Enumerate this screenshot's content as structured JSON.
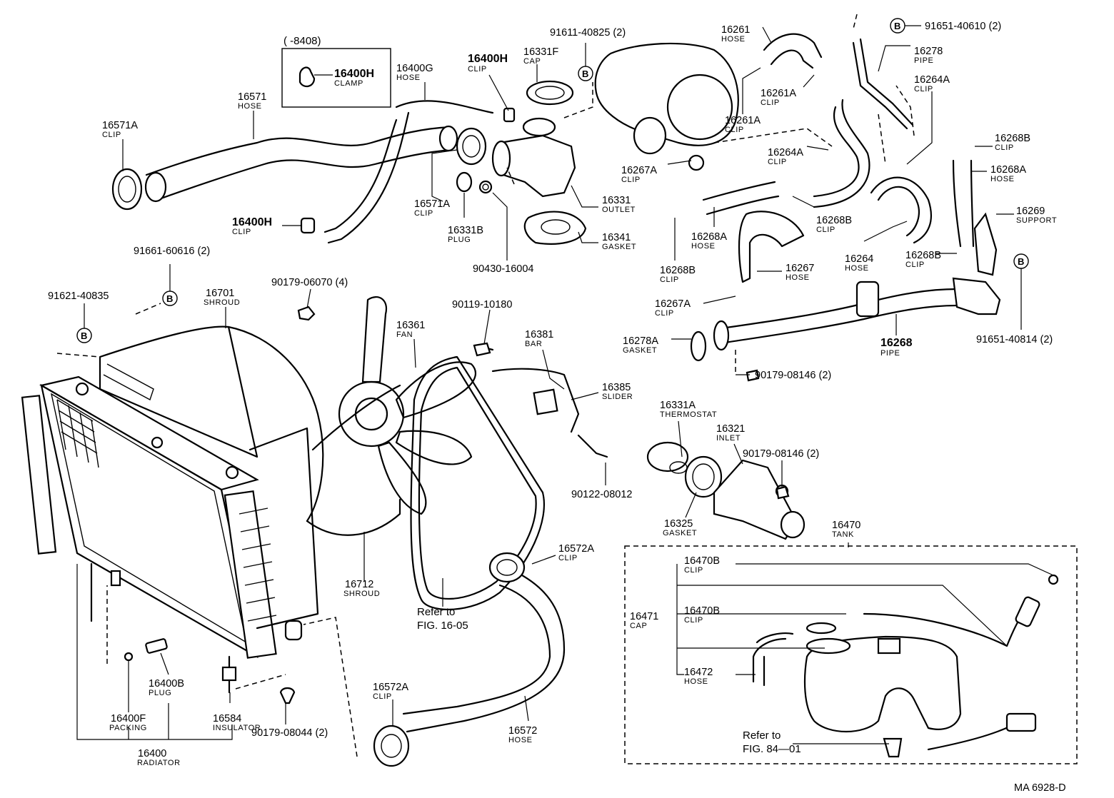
{
  "variant_box": {
    "title": "( -8408)",
    "part_number": "16400H",
    "part_name": "CLAMP"
  },
  "labels": [
    {
      "number": "16571",
      "name": "HOSE"
    },
    {
      "number": "16571A",
      "name": "CLIP"
    },
    {
      "number": "16400G",
      "name": "HOSE"
    },
    {
      "number": "16400H",
      "name": "CLIP"
    },
    {
      "number": "16331F",
      "name": "CAP"
    },
    {
      "number": "91611-40825 (2)",
      "name": ""
    },
    {
      "number": "16571A",
      "name": "CLIP"
    },
    {
      "number": "16331B",
      "name": "PLUG"
    },
    {
      "number": "16331",
      "name": "OUTLET"
    },
    {
      "number": "16341",
      "name": "GASKET"
    },
    {
      "number": "90430-16004",
      "name": ""
    },
    {
      "number": "16400H",
      "name": "CLIP"
    },
    {
      "number": "16261",
      "name": "HOSE"
    },
    {
      "number": "91651-40610 (2)",
      "name": ""
    },
    {
      "number": "16278",
      "name": "PIPE"
    },
    {
      "number": "16261A",
      "name": "CLIP"
    },
    {
      "number": "16261A",
      "name": "CLIP"
    },
    {
      "number": "16264A",
      "name": "CLIP"
    },
    {
      "number": "16264A",
      "name": "CLIP"
    },
    {
      "number": "16268B",
      "name": "CLIP"
    },
    {
      "number": "16267A",
      "name": "CLIP"
    },
    {
      "number": "16268A",
      "name": "HOSE"
    },
    {
      "number": "16268B",
      "name": "CLIP"
    },
    {
      "number": "16269",
      "name": "SUPPORT"
    },
    {
      "number": "16268A",
      "name": "HOSE"
    },
    {
      "number": "16264",
      "name": "HOSE"
    },
    {
      "number": "16268B",
      "name": "CLIP"
    },
    {
      "number": "16268B",
      "name": "CLIP"
    },
    {
      "number": "16267",
      "name": "HOSE"
    },
    {
      "number": "16267A",
      "name": "CLIP"
    },
    {
      "number": "16278A",
      "name": "GASKET"
    },
    {
      "number": "16268",
      "name": "PIPE"
    },
    {
      "number": "91651-40814 (2)",
      "name": ""
    },
    {
      "number": "90179-08146 (2)",
      "name": ""
    },
    {
      "number": "91661-60616 (2)",
      "name": ""
    },
    {
      "number": "91621-40835",
      "name": ""
    },
    {
      "number": "16701",
      "name": "SHROUD"
    },
    {
      "number": "90179-06070 (4)",
      "name": ""
    },
    {
      "number": "90119-10180",
      "name": ""
    },
    {
      "number": "16361",
      "name": "FAN"
    },
    {
      "number": "16381",
      "name": "BAR"
    },
    {
      "number": "16385",
      "name": "SLIDER"
    },
    {
      "number": "90122-08012",
      "name": ""
    },
    {
      "number": "16331A",
      "name": "THERMOSTAT"
    },
    {
      "number": "16321",
      "name": "INLET"
    },
    {
      "number": "90179-08146 (2)",
      "name": ""
    },
    {
      "number": "16325",
      "name": "GASKET"
    },
    {
      "number": "16712",
      "name": "SHROUD"
    },
    {
      "number": "16572A",
      "name": "CLIP"
    },
    {
      "number": "16572A",
      "name": "CLIP"
    },
    {
      "number": "16572",
      "name": "HOSE"
    },
    {
      "number": "16400B",
      "name": "PLUG"
    },
    {
      "number": "16400F",
      "name": "PACKING"
    },
    {
      "number": "16584",
      "name": "INSULATOR"
    },
    {
      "number": "90179-08044 (2)",
      "name": ""
    },
    {
      "number": "16400",
      "name": "RADIATOR"
    },
    {
      "number": "16470",
      "name": "TANK"
    },
    {
      "number": "16470B",
      "name": "CLIP"
    },
    {
      "number": "16471",
      "name": "CAP"
    },
    {
      "number": "16470B",
      "name": "CLIP"
    },
    {
      "number": "16472",
      "name": "HOSE"
    }
  ],
  "refs": [
    {
      "line1": "Refer to",
      "line2": "FIG. 16-05"
    },
    {
      "line1": "Refer to",
      "line2": "FIG. 84—01"
    }
  ],
  "b_marker": "B",
  "footer_code": "MA  6928-D"
}
